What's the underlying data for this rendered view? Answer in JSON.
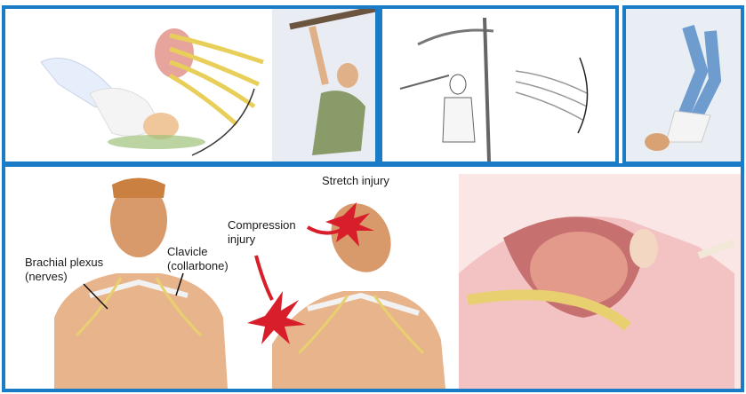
{
  "panels": {
    "top_left": {
      "caption": ""
    },
    "top_middle": {
      "caption": ""
    },
    "top_right": {
      "caption": ""
    },
    "bottom": {
      "labels": {
        "brachial_plexus": "Brachial plexus",
        "nerves": "(nerves)",
        "clavicle": "Clavicle",
        "collarbone": "(collarbone)",
        "compression_line1": "Compression",
        "compression_line2": "injury",
        "stretch": "Stretch injury"
      }
    }
  },
  "colors": {
    "border": "#1a7cc7",
    "skin": "#e8b48c",
    "nerve": "#e8d070",
    "injury": "#d81e2a",
    "shirt_white": "#f4f4f4",
    "jeans": "#6f9ccf"
  }
}
